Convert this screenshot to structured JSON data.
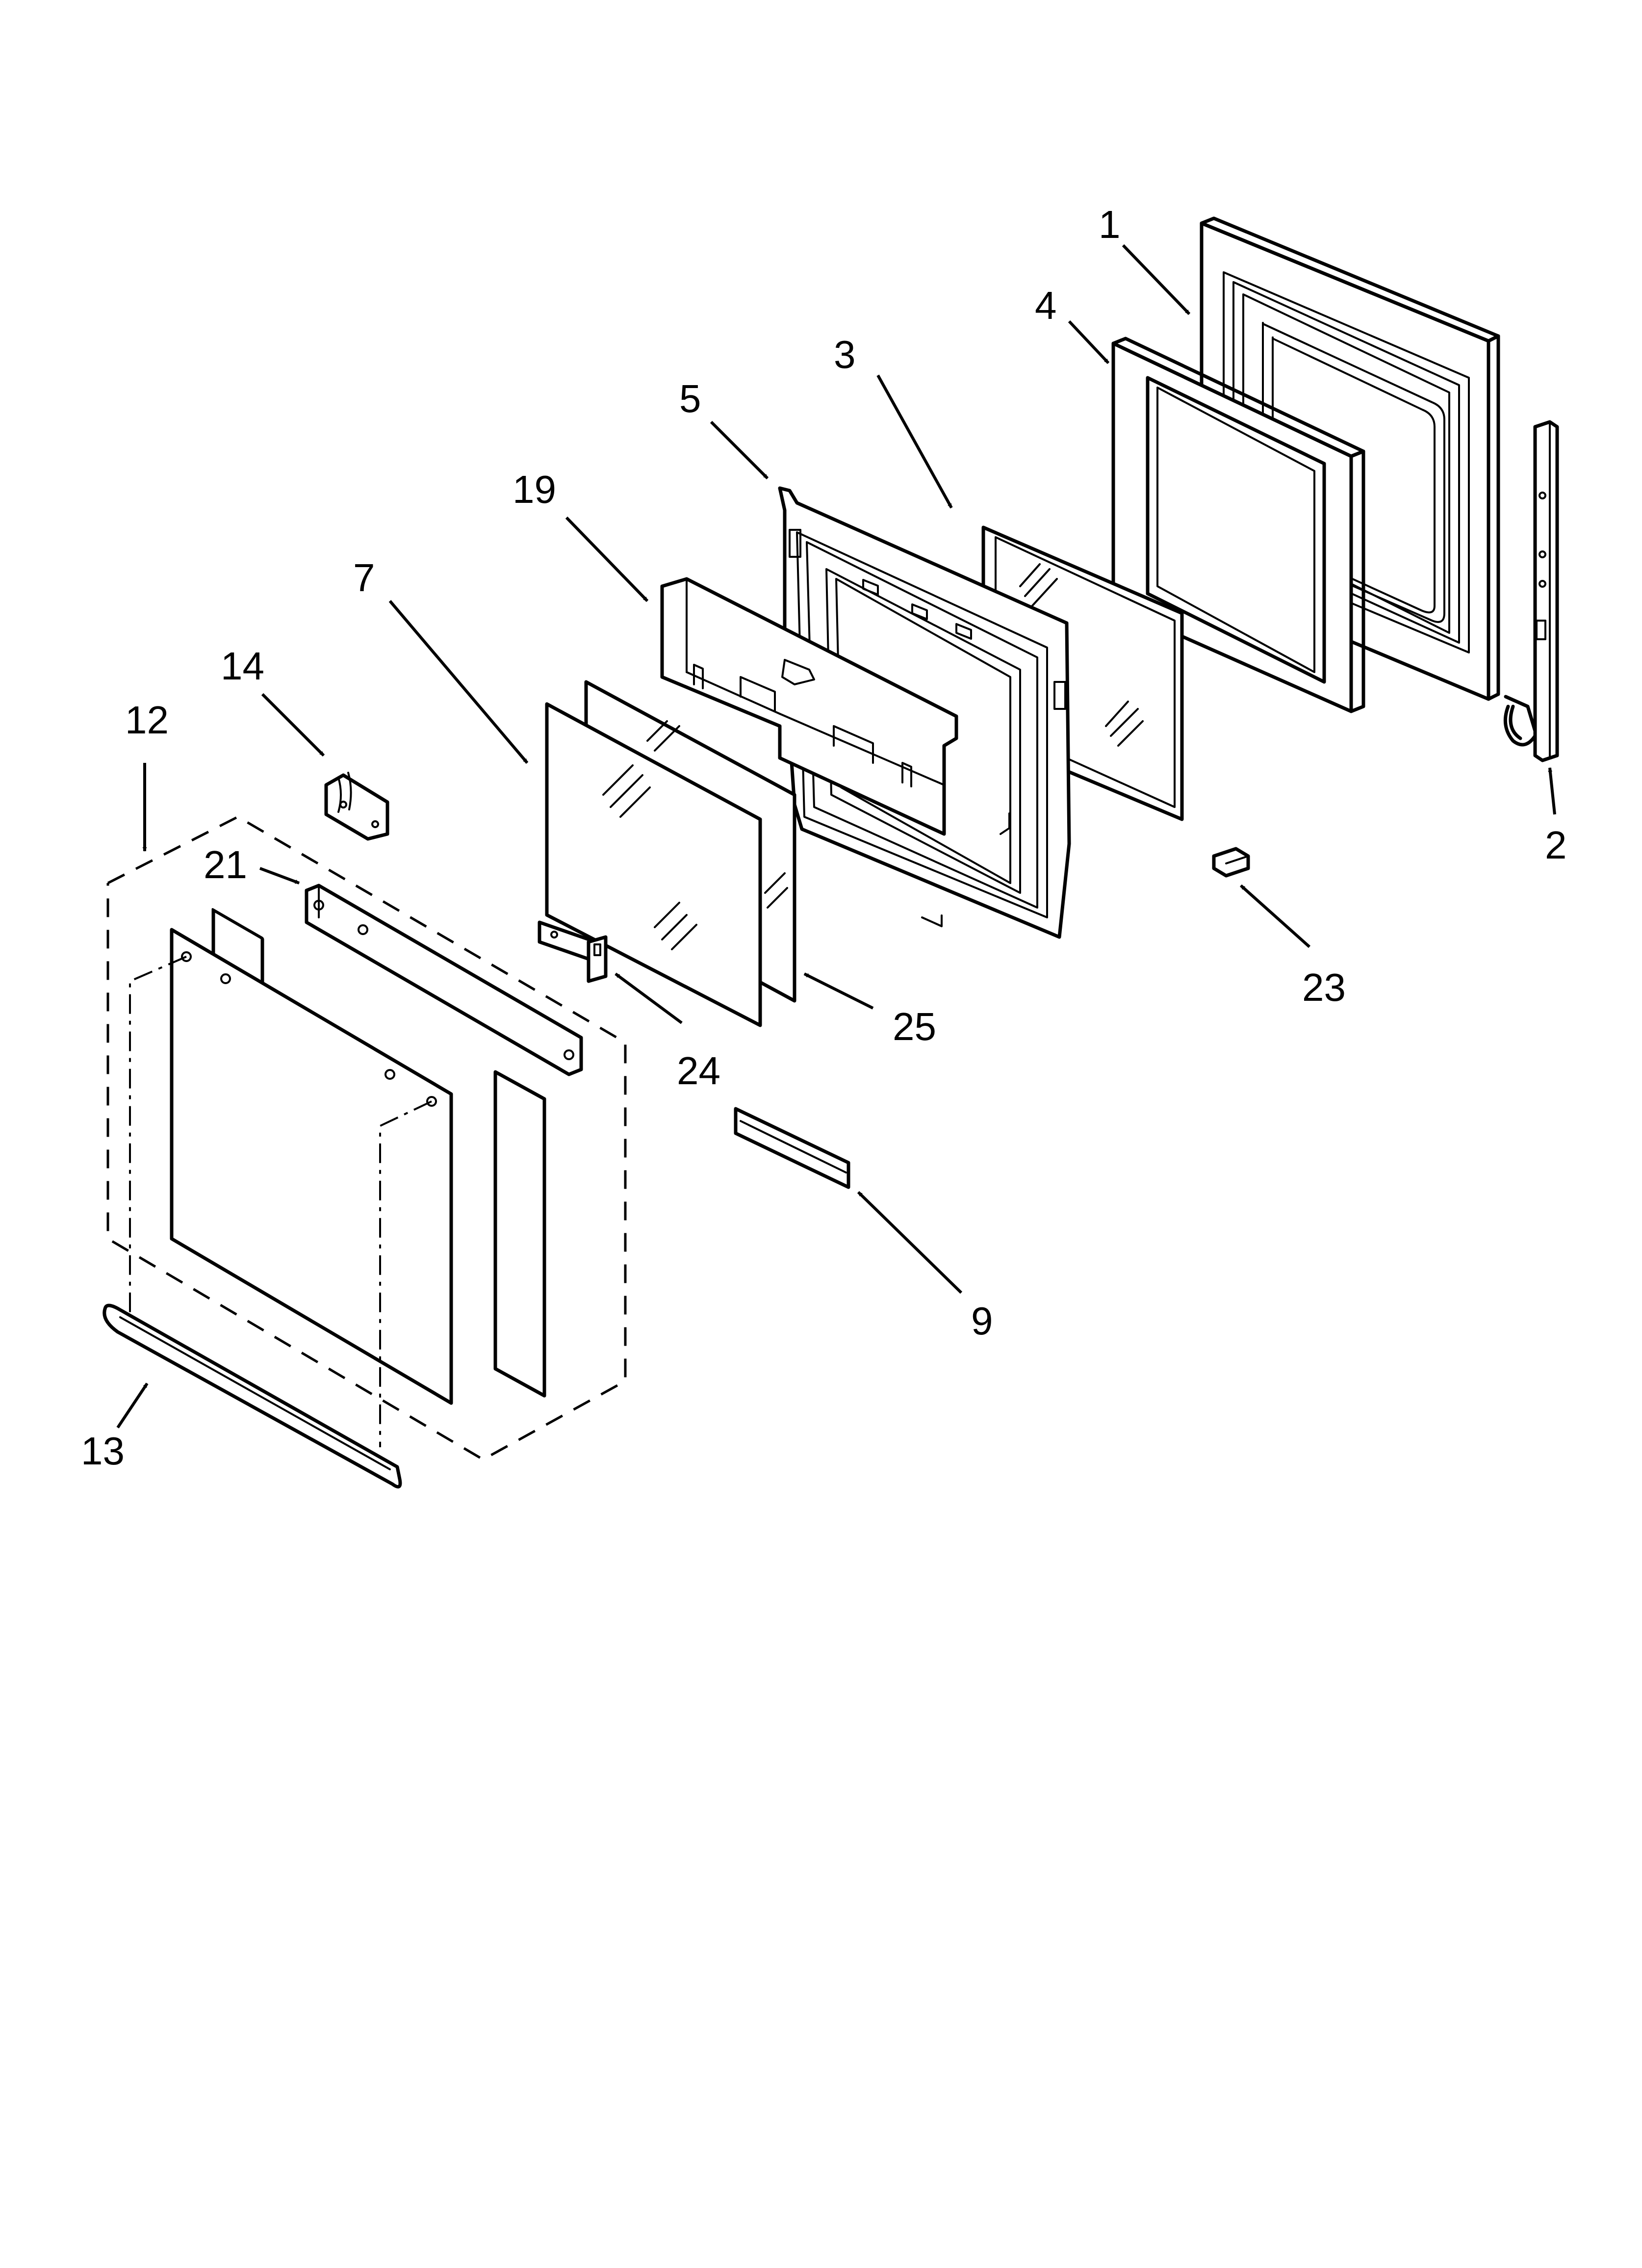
{
  "callouts": [
    {
      "id": "c1",
      "label": "1"
    },
    {
      "id": "c2",
      "label": "2"
    },
    {
      "id": "c3",
      "label": "3"
    },
    {
      "id": "c4",
      "label": "4"
    },
    {
      "id": "c5",
      "label": "5"
    },
    {
      "id": "c7",
      "label": "7"
    },
    {
      "id": "c9",
      "label": "9"
    },
    {
      "id": "c12",
      "label": "12"
    },
    {
      "id": "c13",
      "label": "13"
    },
    {
      "id": "c14",
      "label": "14"
    },
    {
      "id": "c19",
      "label": "19"
    },
    {
      "id": "c21",
      "label": "21"
    },
    {
      "id": "c23",
      "label": "23"
    },
    {
      "id": "c24",
      "label": "24"
    },
    {
      "id": "c25",
      "label": "25"
    }
  ]
}
